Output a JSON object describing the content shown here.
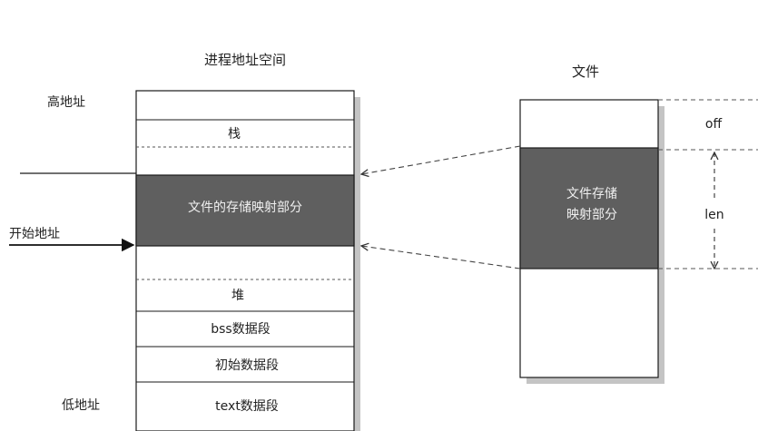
{
  "process_space": {
    "title": "进程地址空间",
    "high_address": "高地址",
    "low_address": "低地址",
    "start_address": "开始地址",
    "segments": {
      "stack": "栈",
      "mapping": "文件的存储映射部分",
      "heap": "堆",
      "bss": "bss数据段",
      "init_data": "初始数据段",
      "text": "text数据段"
    }
  },
  "file": {
    "title": "文件",
    "mapping_line1": "文件存储",
    "mapping_line2": "映射部分",
    "off": "off",
    "len": "len"
  },
  "colors": {
    "mapped_fill": "#5f5f5f",
    "line": "#1a1a1a",
    "shadow": "#bdbdbd",
    "dashed": "#555555"
  }
}
